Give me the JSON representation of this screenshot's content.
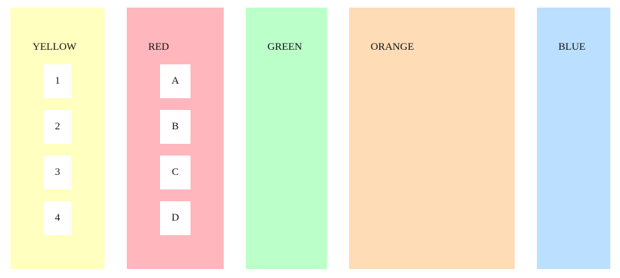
{
  "columns": [
    {
      "id": "yellow",
      "title": "YELLOW",
      "color": "#ffffbf",
      "cards": [
        "1",
        "2",
        "3",
        "4"
      ]
    },
    {
      "id": "red",
      "title": "RED",
      "color": "#ffb6bd",
      "cards": [
        "A",
        "B",
        "C",
        "D"
      ]
    },
    {
      "id": "green",
      "title": "GREEN",
      "color": "#bbffc9",
      "cards": []
    },
    {
      "id": "orange",
      "title": "ORANGE",
      "color": "#fedcb6",
      "cards": []
    },
    {
      "id": "blue",
      "title": "BLUE",
      "color": "#bbe0ff",
      "cards": []
    }
  ]
}
